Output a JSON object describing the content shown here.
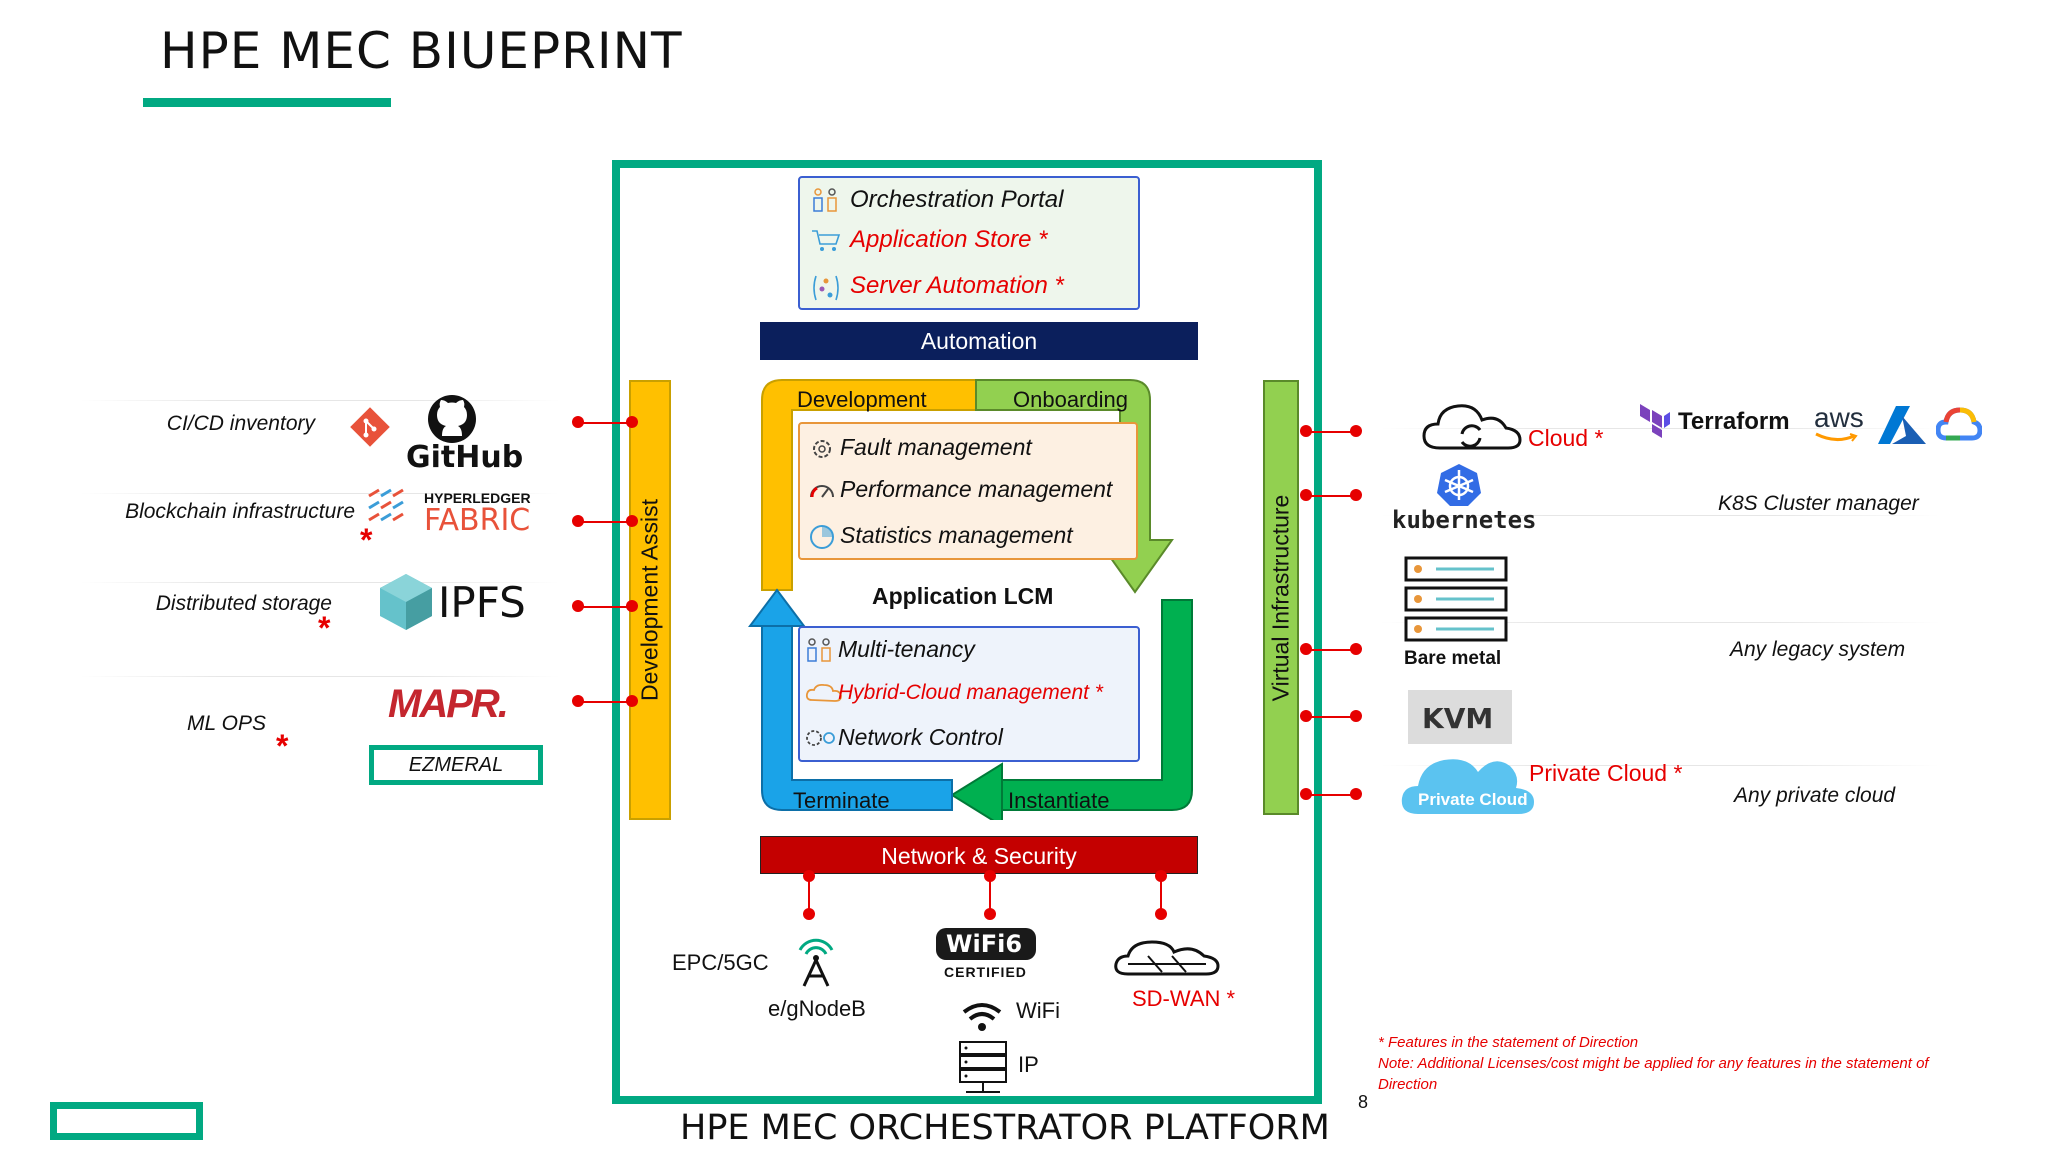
{
  "header": {
    "title": "HPE MEC BIUEPRINT"
  },
  "platform": {
    "label": "HPE MEC ORCHESTRATOR PLATFORM",
    "page_number": "8"
  },
  "portal": {
    "orchestration_portal": "Orchestration Portal",
    "application_store": "Application Store *",
    "server_automation": "Server Automation *"
  },
  "automation": "Automation",
  "network_security": "Network & Security",
  "development_assist": "Development Assist",
  "virtual_infrastructure": "Virtual Infrastructure",
  "lcm": {
    "title": "Application LCM",
    "development": "Development",
    "onboarding": "Onboarding",
    "terminate": "Terminate",
    "instantiate": "Instantiate",
    "fault_management": "Fault management",
    "performance_management": "Performance management",
    "statistics_management": "Statistics management",
    "multi_tenancy": "Multi-tenancy",
    "hybrid_cloud": "Hybrid-Cloud management *",
    "network_control": "Network Control"
  },
  "left": {
    "cicd": "CI/CD inventory",
    "blockchain": "Blockchain infrastructure",
    "storage": "Distributed storage",
    "mlops": "ML OPS",
    "github": "GitHub",
    "hyperledger": "HYPERLEDGER",
    "fabric": "FABRIC",
    "ipfs": "IPFS",
    "mapr": "MAPR.",
    "ezmeral": "EZMERAL",
    "star": "*"
  },
  "right": {
    "cloud": "Cloud *",
    "terraform": "Terraform",
    "aws": "aws",
    "kubernetes": "kubernetes",
    "k8s": "K8S Cluster manager",
    "bare_metal": "Bare metal",
    "legacy": "Any legacy system",
    "kvm": "KVM",
    "private_cloud": "Private Cloud *",
    "private_cloud_logo": "Private Cloud",
    "any_private": "Any private cloud"
  },
  "bottom": {
    "epc": "EPC/5GC",
    "gnodeb": "e/gNodeB",
    "wifi_logo": "WiFi6",
    "certified": "CERTIFIED",
    "wifi": "WiFi",
    "ip": "IP",
    "sdwan": "SD-WAN *"
  },
  "notes": {
    "line1": "* Features in the statement of Direction",
    "line2": "Note: Additional Licenses/cost might be applied for any features in the statement of",
    "line3": "Direction"
  },
  "colors": {
    "hpe_green": "#01a982",
    "automation": "#0b1f5c",
    "network": "#c40000",
    "dev_assist": "#ffc000",
    "virt_infra": "#92d050",
    "accent_red": "#e60000"
  }
}
